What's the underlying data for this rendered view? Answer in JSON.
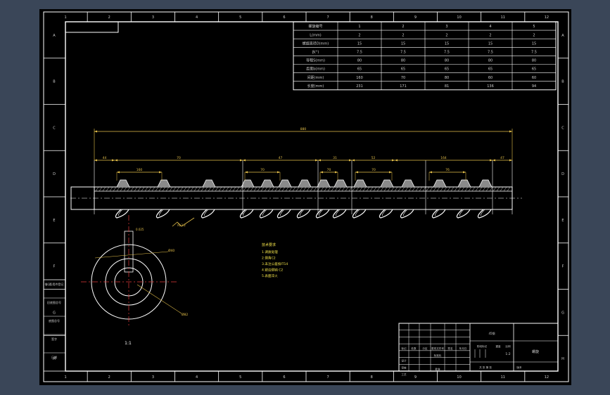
{
  "colors": {
    "background": "#3a4658",
    "canvas": "#000000",
    "frame": "#ffffff",
    "dimension": "#e6c14a",
    "centerline": "#e23b3b",
    "note": "#f2e24a",
    "hatch": "#cfcfcf",
    "table_text": "#cfcfcf"
  },
  "border_zones": {
    "columns": [
      "1",
      "2",
      "3",
      "4",
      "5",
      "6",
      "7",
      "8",
      "9",
      "10",
      "11",
      "12"
    ],
    "rows": [
      "A",
      "B",
      "C",
      "D",
      "E",
      "F",
      "G",
      "H"
    ]
  },
  "param_table": {
    "headers": [
      "螺旋编号",
      "1",
      "2",
      "3",
      "4",
      "5"
    ],
    "rows": [
      [
        "L(mm)",
        "2",
        "2",
        "2",
        "2",
        "2"
      ],
      [
        "螺旋直径D(mm)",
        "15",
        "15",
        "15",
        "15",
        "15"
      ],
      [
        "β(°)",
        "7.5",
        "7.5",
        "7.5",
        "7.5",
        "7.5"
      ],
      [
        "导程S(mm)",
        "80",
        "80",
        "80",
        "80",
        "80"
      ],
      [
        "齿宽b(mm)",
        "65",
        "65",
        "65",
        "65",
        "65"
      ],
      [
        "间距(mm)",
        "160",
        "70",
        "80",
        "60",
        "60"
      ],
      [
        "长度(mm)",
        "231",
        "171",
        "81",
        "136",
        "94"
      ]
    ]
  },
  "dimensions": {
    "overall": "880",
    "segments": [
      "44",
      "70",
      "47",
      "31",
      "52",
      "164",
      "47"
    ],
    "pitches": [
      "160",
      "70",
      "70",
      "70",
      "76"
    ]
  },
  "section": {
    "labels": [
      "1:1"
    ],
    "keyway": "0.025",
    "diameters": [
      "Ø40",
      "Ø82"
    ]
  },
  "surface_roughness": "Ra3.2",
  "notes": {
    "title": "技术要求",
    "items": [
      "1.调质处理",
      "2.倒角C2",
      "3.未注公差按IT14",
      "4.锐边倒钝 C2",
      "5.表面淬火"
    ]
  },
  "left_column_labels": [
    "借(通)用件登记",
    "旧底图总号",
    "底图总号",
    "签字",
    "日期"
  ],
  "title_block": {
    "drawing_name": "螺旋",
    "material": "45钢",
    "header_cells": [
      "标记",
      "处数",
      "分区",
      "更改文件号",
      "签名",
      "年月日"
    ],
    "side_cells": [
      "设计",
      "审核",
      "工艺"
    ],
    "mid_cells": [
      "标准化",
      "",
      "批准"
    ],
    "stage_label": "阶段标记",
    "weight_label": "重量",
    "scale_label": "比例",
    "scale_value": "1:2",
    "sheet_label": "共 张 第 张",
    "ver_label": "版本"
  }
}
